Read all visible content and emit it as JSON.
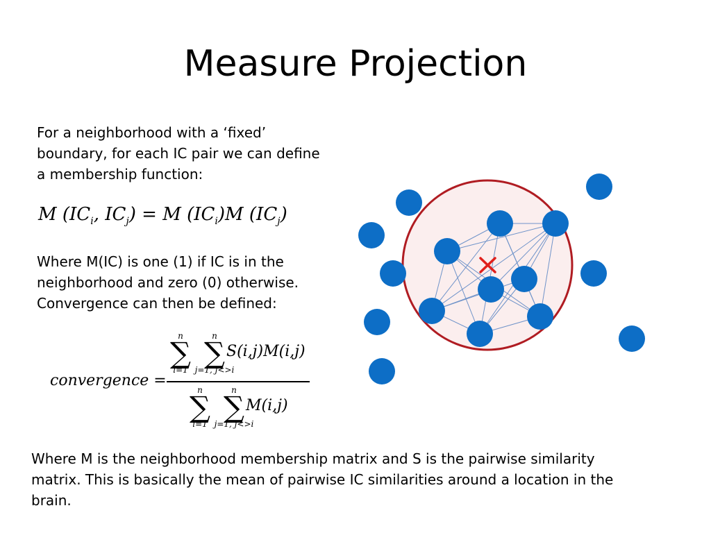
{
  "title": "Measure Projection",
  "intro_lines": [
    "For a neighborhood with a ‘fixed’",
    "boundary, for each IC pair we can define",
    "a membership function:"
  ],
  "membership_eq": {
    "lhs": "M (IC",
    "sub_i": "i",
    "mid1": ", IC",
    "sub_j": "j",
    "mid2": ") = M (IC",
    "sub_i2": "i",
    "mid3": ")M (IC",
    "sub_j2": "j",
    "end": ")"
  },
  "explain_lines": [
    "Where M(IC) is one (1) if IC is in the",
    "neighborhood and zero (0) otherwise.",
    "Convergence can then be defined:"
  ],
  "convergence_eq": {
    "lhs": "convergence =",
    "num_term": "S(i,j)M(i,j)",
    "den_term": "M(i,j)",
    "sum_top": "n",
    "sum_sym": "∑",
    "sum_bottom_i": "i=1",
    "sum_bottom_j": "j=1, j<>i"
  },
  "footer_lines": [
    "Where M is the neighborhood membership matrix and S is the pairwise similarity",
    "matrix. This is basically the mean of pairwise IC similarities around a location in the",
    "brain."
  ],
  "diagram": {
    "center_marker": "×",
    "colors": {
      "node": "#0d6ec6",
      "circle_stroke": "#b01c22",
      "circle_fill": "#fbeeee",
      "edge": "#6f93c9",
      "marker": "#e0201c"
    }
  }
}
